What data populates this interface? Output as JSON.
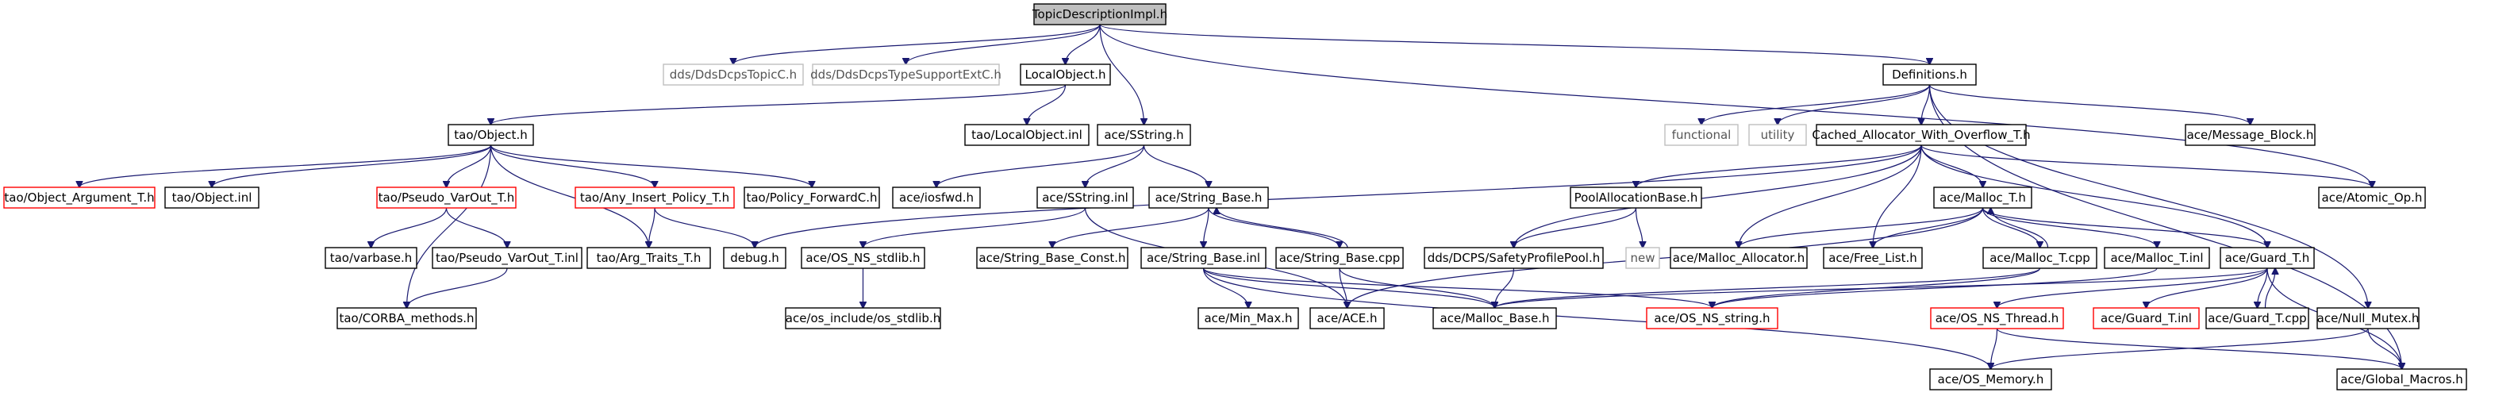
{
  "colors": {
    "edge": "#191970",
    "border": "#000000",
    "border_missing": "#bfbfbf",
    "border_truncated": "#ff0000",
    "root_fill": "#bfbfbf"
  },
  "nodes": {
    "topicdescriptionimpl_h": "TopicDescriptionImpl.h",
    "dds_ddsdcpstopicc_h": "dds/DdsDcpsTopicC.h",
    "dds_ddsdcpstypesupportextc_h": "dds/DdsDcpsTypeSupportExtC.h",
    "localobject_h": "LocalObject.h",
    "definitions_h": "Definitions.h",
    "tao_object_h": "tao/Object.h",
    "tao_localobject_inl": "tao/LocalObject.inl",
    "ace_sstring_h": "ace/SString.h",
    "functional": "functional",
    "utility": "utility",
    "cached_allocator_with_overflow_t_h": "Cached_Allocator_With_Overflow_T.h",
    "ace_message_block_h": "ace/Message_Block.h",
    "tao_object_argument_t_h": "tao/Object_Argument_T.h",
    "tao_object_inl": "tao/Object.inl",
    "tao_pseudo_varout_t_h": "tao/Pseudo_VarOut_T.h",
    "tao_any_insert_policy_t_h": "tao/Any_Insert_Policy_T.h",
    "tao_policy_forwardc_h": "tao/Policy_ForwardC.h",
    "ace_iosfwd_h": "ace/iosfwd.h",
    "ace_sstring_inl": "ace/SString.inl",
    "ace_string_base_h": "ace/String_Base.h",
    "poolallocationbase_h": "PoolAllocationBase.h",
    "ace_malloc_t_h": "ace/Malloc_T.h",
    "ace_atomic_op_h": "ace/Atomic_Op.h",
    "tao_varbase_h": "tao/varbase.h",
    "tao_pseudo_varout_t_inl": "tao/Pseudo_VarOut_T.inl",
    "tao_arg_traits_t_h": "tao/Arg_Traits_T.h",
    "debug_h": "debug.h",
    "ace_os_ns_stdlib_h": "ace/OS_NS_stdlib.h",
    "ace_string_base_const_h": "ace/String_Base_Const.h",
    "ace_string_base_inl": "ace/String_Base.inl",
    "ace_string_base_cpp": "ace/String_Base.cpp",
    "dds_dcps_safetyprofilepool_h": "dds/DCPS/SafetyProfilePool.h",
    "new": "new",
    "ace_malloc_allocator_h": "ace/Malloc_Allocator.h",
    "ace_free_list_h": "ace/Free_List.h",
    "ace_malloc_t_cpp": "ace/Malloc_T.cpp",
    "ace_malloc_t_inl": "ace/Malloc_T.inl",
    "ace_guard_t_h": "ace/Guard_T.h",
    "tao_corba_methods_h": "tao/CORBA_methods.h",
    "ace_os_include_os_stdlib_h": "ace/os_include/os_stdlib.h",
    "ace_min_max_h": "ace/Min_Max.h",
    "ace_ace_h": "ace/ACE.h",
    "ace_malloc_base_h": "ace/Malloc_Base.h",
    "ace_os_ns_string_h": "ace/OS_NS_string.h",
    "ace_os_ns_thread_h": "ace/OS_NS_Thread.h",
    "ace_guard_t_inl": "ace/Guard_T.inl",
    "ace_guard_t_cpp": "ace/Guard_T.cpp",
    "ace_null_mutex_h": "ace/Null_Mutex.h",
    "ace_os_memory_h": "ace/OS_Memory.h",
    "ace_global_macros_h": "ace/Global_Macros.h"
  }
}
